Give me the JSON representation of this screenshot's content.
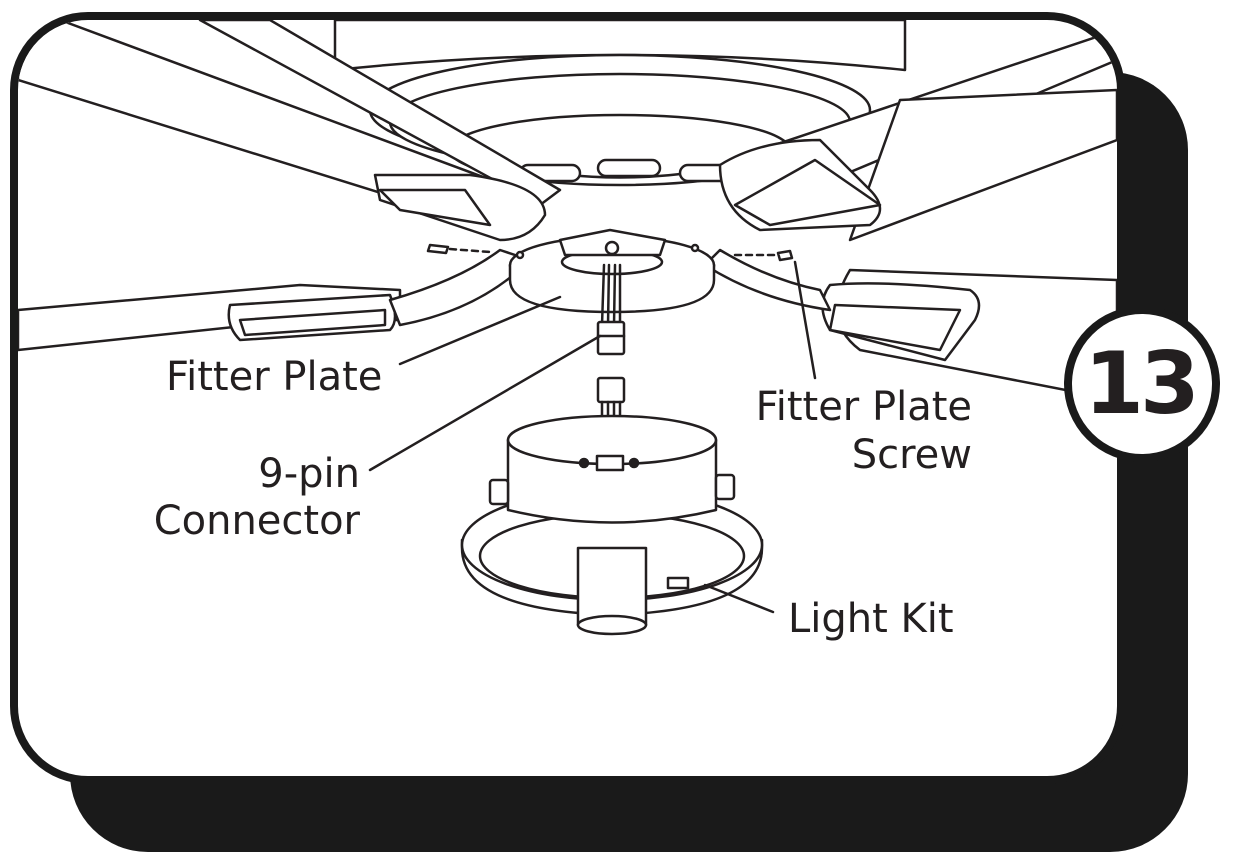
{
  "step": {
    "number": "13"
  },
  "labels": {
    "fitter_plate": "Fitter Plate",
    "nine_pin_connector_line1": "9-pin",
    "nine_pin_connector_line2": "Connector",
    "fitter_plate_screw_line1": "Fitter Plate",
    "fitter_plate_screw_line2": "Screw",
    "light_kit": "Light Kit"
  },
  "colors": {
    "ink": "#231f20",
    "frame": "#1a1a1a",
    "paper": "#ffffff"
  }
}
